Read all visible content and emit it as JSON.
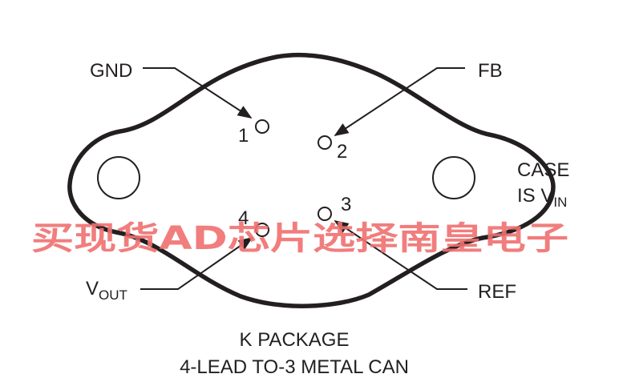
{
  "pins": {
    "gnd": {
      "label": "GND",
      "number": "1"
    },
    "fb": {
      "label": "FB",
      "number": "2"
    },
    "ref": {
      "label": "REF",
      "number": "3"
    },
    "vout": {
      "label": "V",
      "subscript": "OUT",
      "number": "4"
    }
  },
  "case_note": {
    "line1": "CASE",
    "line2_prefix": "IS V",
    "line2_sub": "IN"
  },
  "caption": {
    "line1": "K PACKAGE",
    "line2": "4-LEAD TO-3 METAL CAN"
  },
  "watermark": "买现货AD芯片选择南皇电子",
  "colors": {
    "ink": "#231f20",
    "watermark": "#f07070",
    "background": "#ffffff"
  }
}
